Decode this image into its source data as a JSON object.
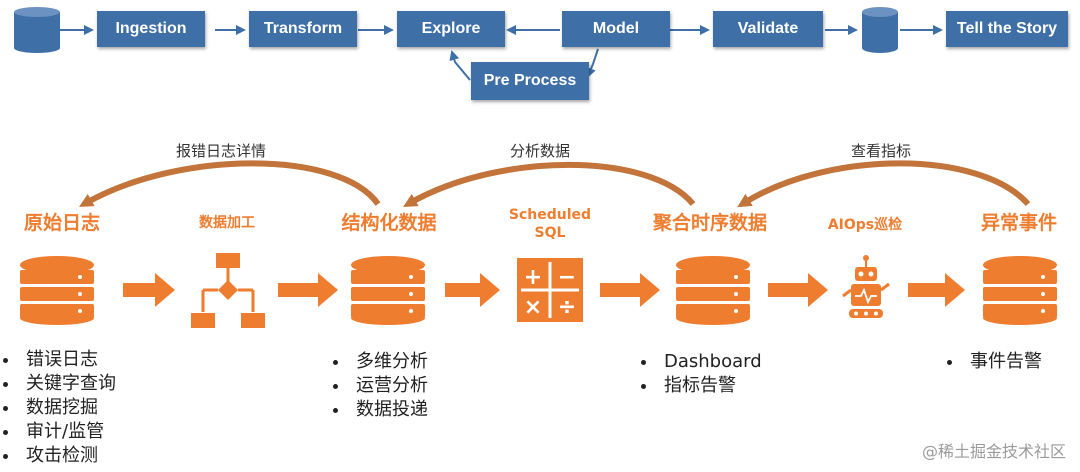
{
  "pipeline": {
    "ingestion": "Ingestion",
    "transform": "Transform",
    "explore": "Explore",
    "model": "Model",
    "validate": "Validate",
    "tell_story": "Tell the Story",
    "pre_process": "Pre Process"
  },
  "stages": {
    "raw_logs": "原始日志",
    "data_processing": "数据加工",
    "structured_data": "结构化数据",
    "scheduled_sql_line1": "Scheduled",
    "scheduled_sql_line2": "SQL",
    "aggregated_ts": "聚合时序数据",
    "aiops_patrol": "AIOps巡检",
    "anomaly_events": "异常事件"
  },
  "feedback": {
    "error_details": "报错日志详情",
    "analyze_data": "分析数据",
    "view_metrics": "查看指标"
  },
  "lists": {
    "raw_logs": [
      "错误日志",
      "关键字查询",
      "数据挖掘",
      "审计/监管",
      "攻击检测"
    ],
    "structured_data": [
      "多维分析",
      "运营分析",
      "数据投递"
    ],
    "aggregated_ts": [
      "Dashboard",
      "指标告警"
    ],
    "anomaly_events": [
      "事件告警"
    ]
  },
  "calc_symbols": {
    "plus": "+",
    "minus": "−",
    "times": "×",
    "divide": "÷"
  },
  "watermark": "@稀土掘金技术社区",
  "colors": {
    "flow_blue": "#3e6fa6",
    "accent_orange": "#ee7d30",
    "feedback_brown": "#c3743a"
  }
}
